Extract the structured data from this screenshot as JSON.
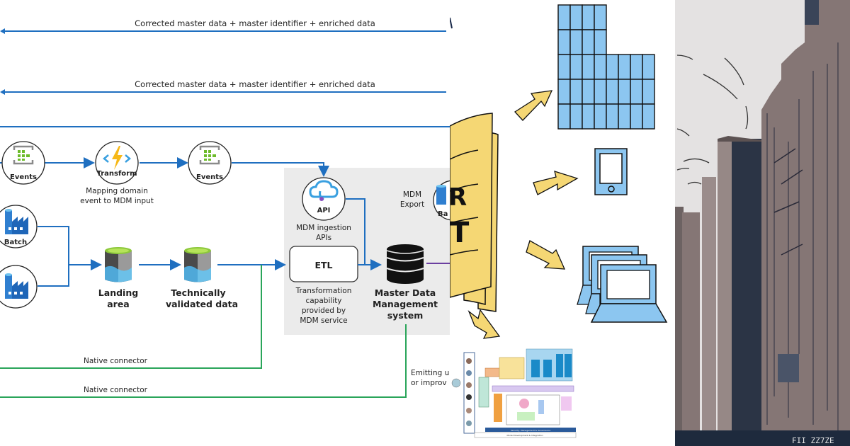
{
  "collage": {
    "panels": [
      {
        "name": "mdm-architecture-diagram"
      },
      {
        "name": "document-distribution-illustration"
      },
      {
        "name": "cityscape-sketch"
      }
    ]
  },
  "diagram": {
    "flows": [
      {
        "label": "Corrected master data + master identifier + enriched data"
      },
      {
        "label": "Corrected master data + master identifier + enriched data"
      }
    ],
    "nodes": {
      "events_1": "Events",
      "transform": "Transform",
      "transform_caption_1": "Mapping domain",
      "transform_caption_2": "event to MDM input",
      "events_2": "Events",
      "batch_1": "Batch",
      "landing_1": "Landing",
      "landing_2": "area",
      "validated_1": "Technically",
      "validated_2": "validated data",
      "api": "API",
      "api_caption_1": "MDM ingestion",
      "api_caption_2": "APIs",
      "etl": "ETL",
      "etl_caption": [
        "Transformation",
        "capability",
        "provided by",
        "MDM service"
      ],
      "mdm_1": "Master Data",
      "mdm_2": "Management",
      "mdm_3": "system",
      "export_1": "MDM",
      "export_2": "Export",
      "export_node": "Ba",
      "connector_1": "Native connector",
      "connector_2": "Native connector",
      "emitting_1": "Emitting u",
      "emitting_2": "or improv"
    },
    "colors": {
      "flow_blue": "#1f6fc0",
      "connector_green": "#2aa55a",
      "export_purple": "#6b3fa0",
      "group_bg": "#ebebeb"
    }
  },
  "illustration": {
    "doc_letters": [
      "R",
      "T"
    ],
    "targets": [
      "building-grid",
      "tablet",
      "laptops",
      "architecture-chart"
    ],
    "chart_footer_1": "Security, Management & Governance",
    "chart_footer_2": "Model Development & Integration",
    "colors": {
      "paper": "#f5d774",
      "device": "#8cc6f0",
      "outline": "#111111"
    }
  },
  "cityscape": {
    "colors": {
      "sky": "#e4e2e2",
      "building": "#857675",
      "shadow": "#2b3445"
    },
    "watermark": "FII ZZ7ZE"
  }
}
